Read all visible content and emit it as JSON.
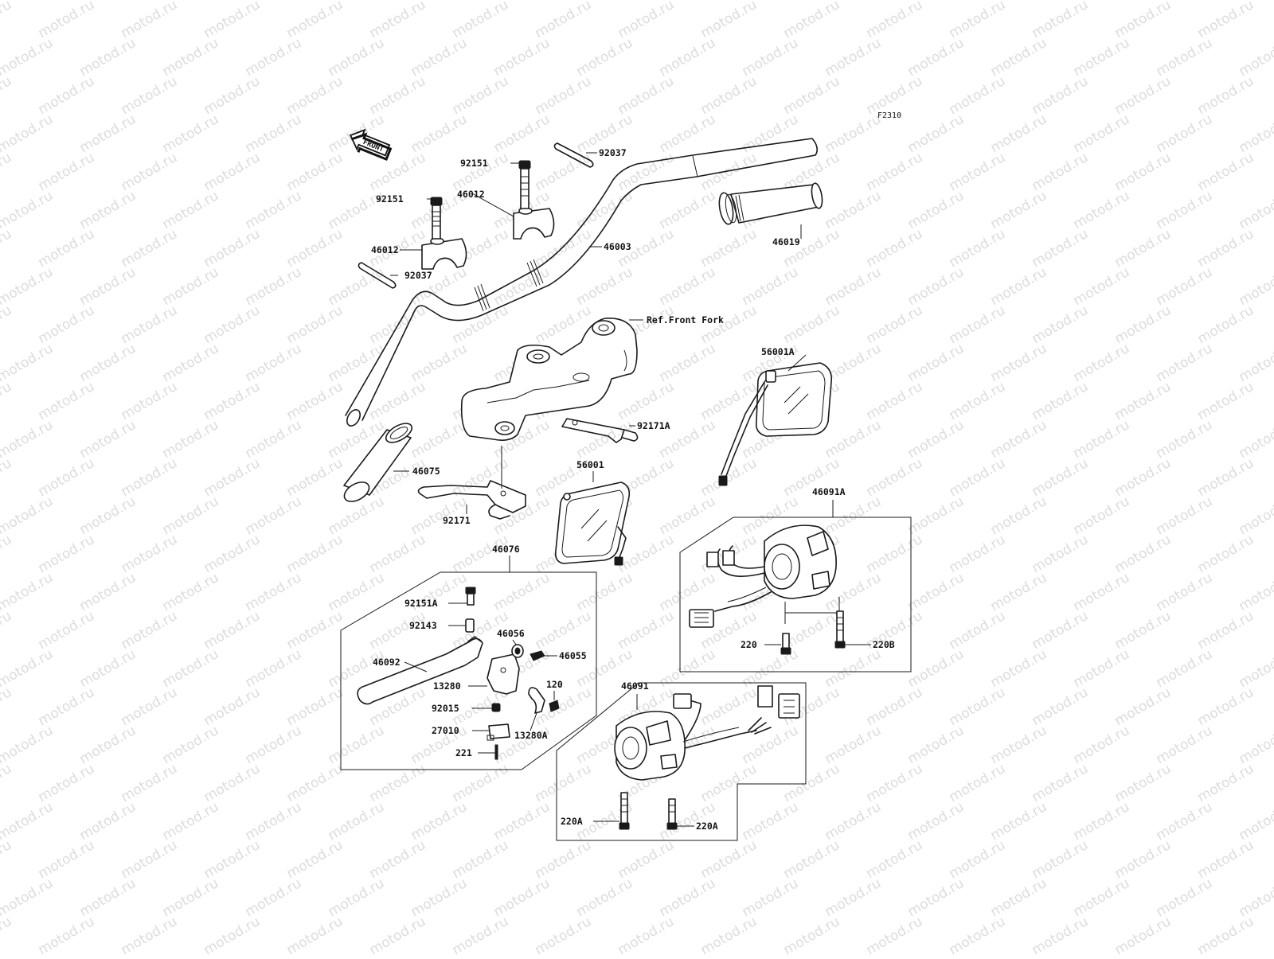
{
  "figure_code": "F2310",
  "front_arrow_text": "FRONT",
  "ref_text": "Ref.Front Fork",
  "watermark": "motod.ru",
  "labels": {
    "l92037a": "92037",
    "l92151a": "92151",
    "l92151b": "92151",
    "l46012a": "46012",
    "l46012b": "46012",
    "l92037b": "92037",
    "l46003": "46003",
    "l46019": "46019",
    "l92171a": "92171A",
    "l56001a": "56001A",
    "l46075": "46075",
    "l56001": "56001",
    "l92171": "92171",
    "l46091a": "46091A",
    "l46076": "46076",
    "l92151a_s": "92151A",
    "l92143": "92143",
    "l46056": "46056",
    "l46055": "46055",
    "l46092": "46092",
    "l13280": "13280",
    "l120": "120",
    "l92015": "92015",
    "l27010": "27010",
    "l13280a": "13280A",
    "l221": "221",
    "l220": "220",
    "l220b": "220B",
    "l46091": "46091",
    "l220a_1": "220A",
    "l220a_2": "220A"
  }
}
